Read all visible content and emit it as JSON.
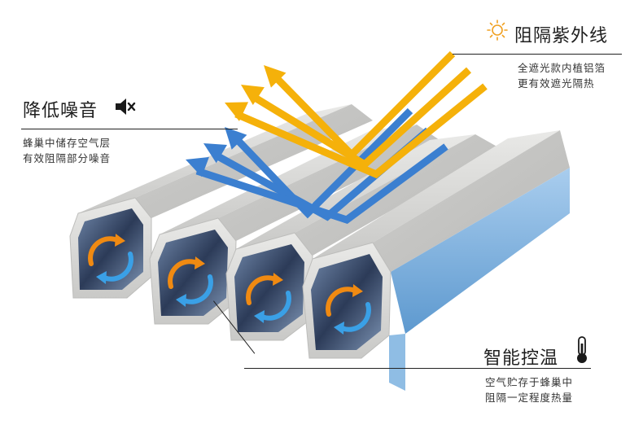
{
  "callouts": {
    "uv": {
      "title": "阻隔紫外线",
      "line1": "全遮光款内植铝箔",
      "line2": "更有效遮光隔热",
      "icon": "sun-icon",
      "icon_color": "#f0a020"
    },
    "noise": {
      "title": "降低噪音",
      "line1": "蜂巢中储存空气层",
      "line2": "有效阻隔部分噪音",
      "icon": "mute-speaker-icon",
      "icon_color": "#1a1a1a"
    },
    "temp": {
      "title": "智能控温",
      "line1": "空气贮存于蜂巢中",
      "line2": "阻隔一定程度热量",
      "icon": "thermometer-icon",
      "icon_color": "#1a1a1a"
    }
  },
  "colors": {
    "sun_rays": "#f5b10a",
    "reflected_rays": "#3b7fd0",
    "cell_fabric": "#d8d8d6",
    "cell_backing": "#7fb2dd",
    "arrow_orange": "#f08a12",
    "arrow_blue": "#3aa0e6"
  }
}
